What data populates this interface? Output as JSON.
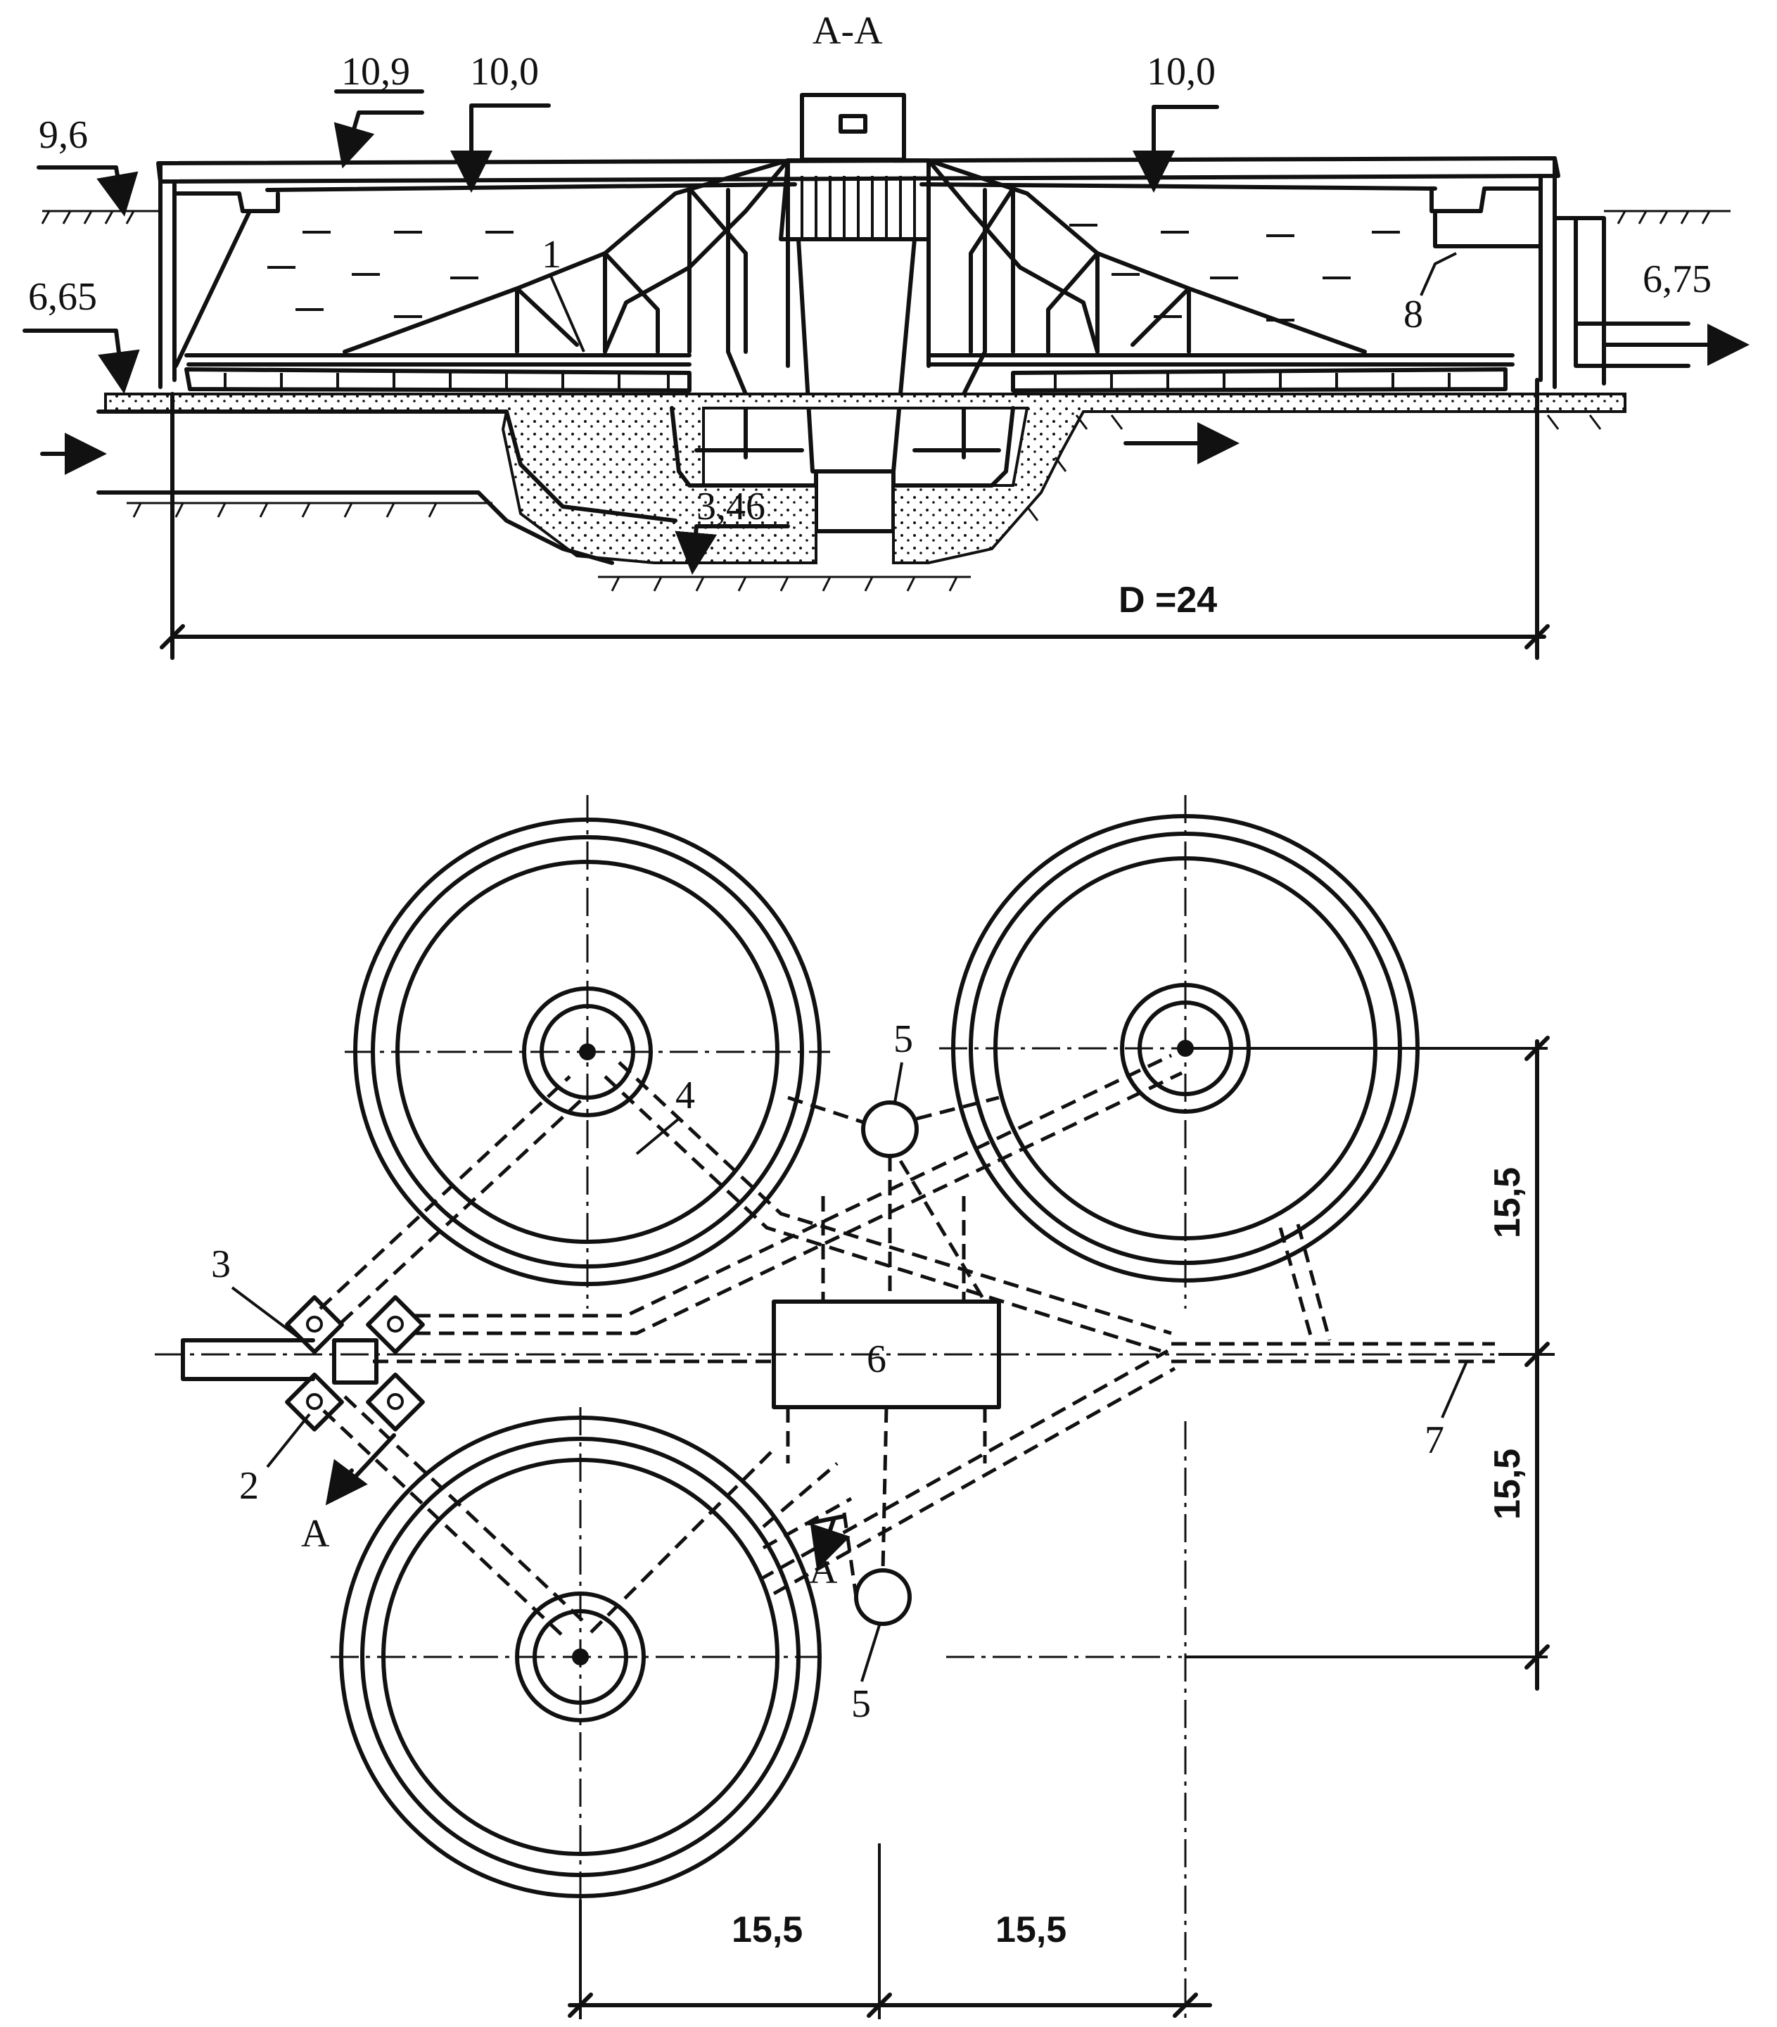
{
  "section": {
    "title": "A-A",
    "elevations": {
      "wall_top": "10,9",
      "water_left": "10,0",
      "water_right": "10,0",
      "ground_left": "9,6",
      "bottom_left": "6,65",
      "outlet_right": "6,75",
      "sump_bottom": "3,46"
    },
    "diameter_label": "D =24",
    "callouts": {
      "scraper": "1",
      "launder": "8"
    }
  },
  "plan": {
    "callouts": {
      "distribution_chamber": "2",
      "inlet_pipe": "3",
      "sludge_pipe": "4",
      "pump_station_top": "5",
      "pump_station_bottom": "5",
      "building": "6",
      "outlet_pipe": "7"
    },
    "section_marks": {
      "left": "A",
      "right": "A"
    },
    "dimensions": {
      "horizontal_left": "15,5",
      "horizontal_right": "15,5",
      "vertical_top": "15,5",
      "vertical_bottom": "15,5"
    }
  }
}
